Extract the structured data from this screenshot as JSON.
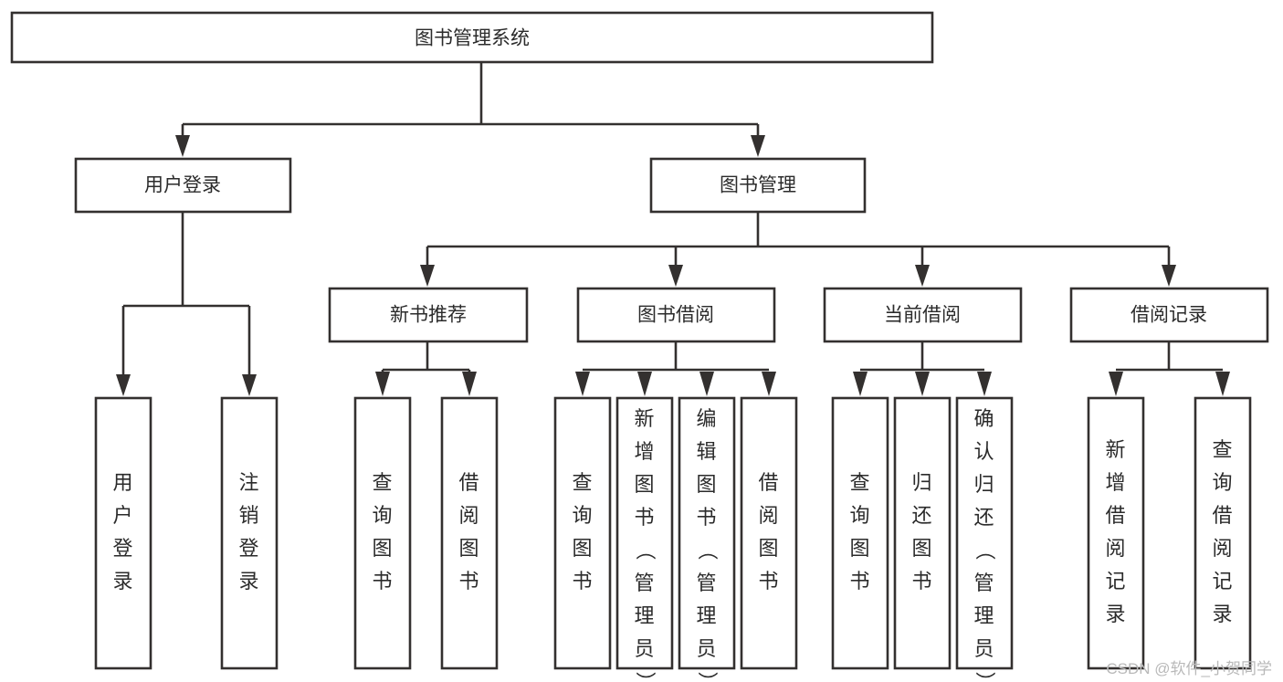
{
  "diagram": {
    "type": "tree",
    "title": "图书管理系统",
    "watermark": "CSDN @软件_小贺同学",
    "colors": {
      "stroke": "#33302f",
      "box_fill": "#ffffff",
      "text": "#2b2b2b",
      "background": "#ffffff",
      "watermark": "#b9b9b9"
    },
    "nodes": {
      "root": {
        "label": "图书管理系统",
        "level": 1,
        "orientation": "horizontal"
      },
      "n_user_login": {
        "label": "用户登录",
        "level": 2,
        "orientation": "horizontal"
      },
      "n_book_mgmt": {
        "label": "图书管理",
        "level": 2,
        "orientation": "horizontal"
      },
      "n_new_book_rec": {
        "label": "新书推荐",
        "level": 3,
        "orientation": "horizontal"
      },
      "n_book_borrow": {
        "label": "图书借阅",
        "level": 3,
        "orientation": "horizontal"
      },
      "n_current_borrow": {
        "label": "当前借阅",
        "level": 3,
        "orientation": "horizontal"
      },
      "n_borrow_record": {
        "label": "借阅记录",
        "level": 3,
        "orientation": "horizontal"
      },
      "l_user_login": {
        "label": "用户登录",
        "level": 4,
        "orientation": "vertical"
      },
      "l_user_logout": {
        "label": "注销登录",
        "level": 4,
        "orientation": "vertical"
      },
      "l_query_book_1": {
        "label": "查询图书",
        "level": 4,
        "orientation": "vertical"
      },
      "l_borrow_book_1": {
        "label": "借阅图书",
        "level": 4,
        "orientation": "vertical"
      },
      "l_query_book_2": {
        "label": "查询图书",
        "level": 4,
        "orientation": "vertical"
      },
      "l_add_book": {
        "label": "新增图书（管理员）",
        "level": 4,
        "orientation": "vertical"
      },
      "l_edit_book": {
        "label": "编辑图书（管理员）",
        "level": 4,
        "orientation": "vertical"
      },
      "l_borrow_book_2": {
        "label": "借阅图书",
        "level": 4,
        "orientation": "vertical"
      },
      "l_query_book_3": {
        "label": "查询图书",
        "level": 4,
        "orientation": "vertical"
      },
      "l_return_book": {
        "label": "归还图书",
        "level": 4,
        "orientation": "vertical"
      },
      "l_confirm_return": {
        "label": "确认归还（管理员）",
        "level": 4,
        "orientation": "vertical"
      },
      "l_add_record": {
        "label": "新增借阅记录",
        "level": 4,
        "orientation": "vertical"
      },
      "l_query_record": {
        "label": "查询借阅记录",
        "level": 4,
        "orientation": "vertical"
      }
    },
    "edges": [
      {
        "from": "root",
        "to": "n_user_login"
      },
      {
        "from": "root",
        "to": "n_book_mgmt"
      },
      {
        "from": "n_book_mgmt",
        "to": "n_new_book_rec"
      },
      {
        "from": "n_book_mgmt",
        "to": "n_book_borrow"
      },
      {
        "from": "n_book_mgmt",
        "to": "n_current_borrow"
      },
      {
        "from": "n_book_mgmt",
        "to": "n_borrow_record"
      },
      {
        "from": "n_user_login",
        "to": "l_user_login"
      },
      {
        "from": "n_user_login",
        "to": "l_user_logout"
      },
      {
        "from": "n_new_book_rec",
        "to": "l_query_book_1"
      },
      {
        "from": "n_new_book_rec",
        "to": "l_borrow_book_1"
      },
      {
        "from": "n_book_borrow",
        "to": "l_query_book_2"
      },
      {
        "from": "n_book_borrow",
        "to": "l_add_book"
      },
      {
        "from": "n_book_borrow",
        "to": "l_edit_book"
      },
      {
        "from": "n_book_borrow",
        "to": "l_borrow_book_2"
      },
      {
        "from": "n_current_borrow",
        "to": "l_query_book_3"
      },
      {
        "from": "n_current_borrow",
        "to": "l_return_book"
      },
      {
        "from": "n_current_borrow",
        "to": "l_confirm_return"
      },
      {
        "from": "n_borrow_record",
        "to": "l_add_record"
      },
      {
        "from": "n_borrow_record",
        "to": "l_query_record"
      }
    ]
  }
}
